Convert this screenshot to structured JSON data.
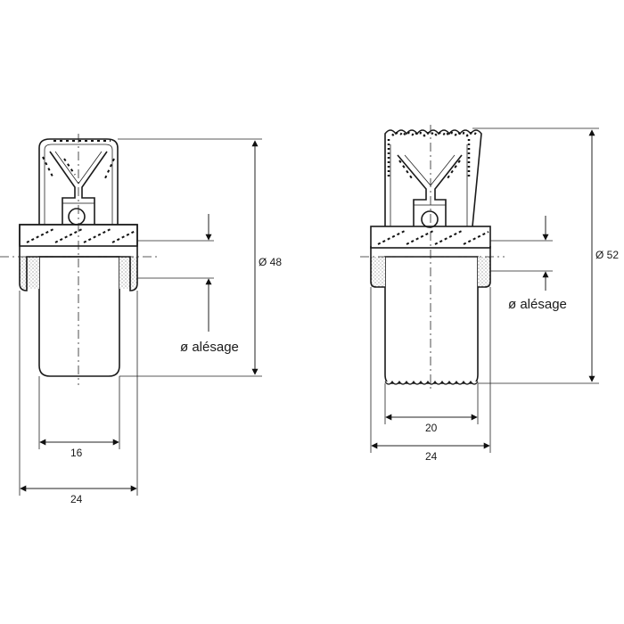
{
  "left_part": {
    "dim_diameter": "Ø 48",
    "dim_bore": "ø alésage",
    "dim_stem": "16",
    "dim_width": "24"
  },
  "right_part": {
    "dim_diameter": "Ø 52",
    "dim_bore": "ø alésage",
    "dim_stem": "20",
    "dim_width": "24"
  }
}
